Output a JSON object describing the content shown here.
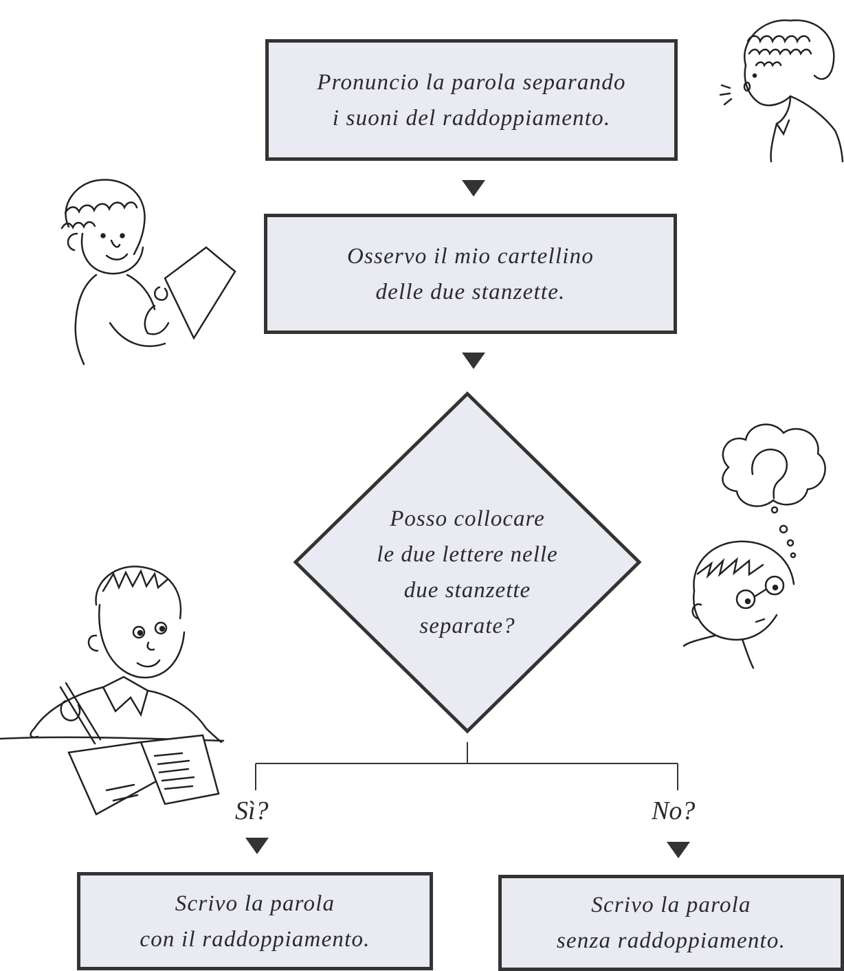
{
  "steps": [
    {
      "line1": "Pronuncio la parola separando",
      "line2": "i suoni del raddoppiamento."
    },
    {
      "line1": "Osservo il mio cartellino",
      "line2": "delle due stanzette."
    }
  ],
  "decision": {
    "lines": [
      "Posso collocare",
      "le due lettere nelle",
      "due stanzette",
      "separate?"
    ]
  },
  "branches": {
    "yes": {
      "label": "Sì?",
      "line1": "Scrivo la parola",
      "line2": "con il raddoppiamento."
    },
    "no": {
      "label": "No?",
      "line1": "Scrivo la parola",
      "line2": "senza raddoppiamento."
    }
  },
  "colors": {
    "box_fill": "#e9eaf2",
    "stroke": "#333333"
  },
  "illustrations": [
    "child-speaking",
    "child-reading-card",
    "child-thinking-with-question-mark",
    "child-writing-in-notebook"
  ]
}
